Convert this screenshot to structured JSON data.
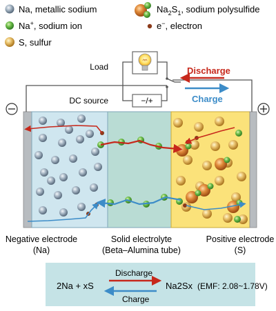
{
  "legend": {
    "na_metal": "Na, metallic sodium",
    "na_ion_main": "Na",
    "na_ion_sup": "+",
    "na_ion_rest": ", sodium ion",
    "sulfur": "S, sulfur",
    "poly_na": "Na",
    "poly_sub1": "2",
    "poly_s": "S",
    "poly_sub2": "1",
    "poly_rest": ", sodium polysulfide",
    "electron_main": "e",
    "electron_sup": "−",
    "electron_rest": ", electron"
  },
  "circuit": {
    "load": "Load",
    "dc_source": "DC source",
    "dc_symbol": "−/+",
    "discharge": "Discharge",
    "charge": "Charge",
    "minus_terminal": "−",
    "plus_terminal": "+"
  },
  "labels": {
    "neg_line1": "Negative electrode",
    "neg_line2": "(Na)",
    "mid_line1": "Solid electrolyte",
    "mid_line2": "(Beta–Alumina tube)",
    "pos_line1": "Positive electrode",
    "pos_line2": "(S)"
  },
  "equation": {
    "left": "2Na + xS",
    "discharge": "Discharge",
    "right": "Na2Sx",
    "emf": "(EMF: 2.08~1.78V)",
    "charge": "Charge"
  },
  "colors": {
    "negative_bg": "#cfe6ef",
    "electrolyte_bg": "#b9dcd4",
    "positive_bg": "#fbe27a",
    "discharge": "#c7281b",
    "charge": "#3c8cc8",
    "equation_bg": "#c5e3e6"
  }
}
